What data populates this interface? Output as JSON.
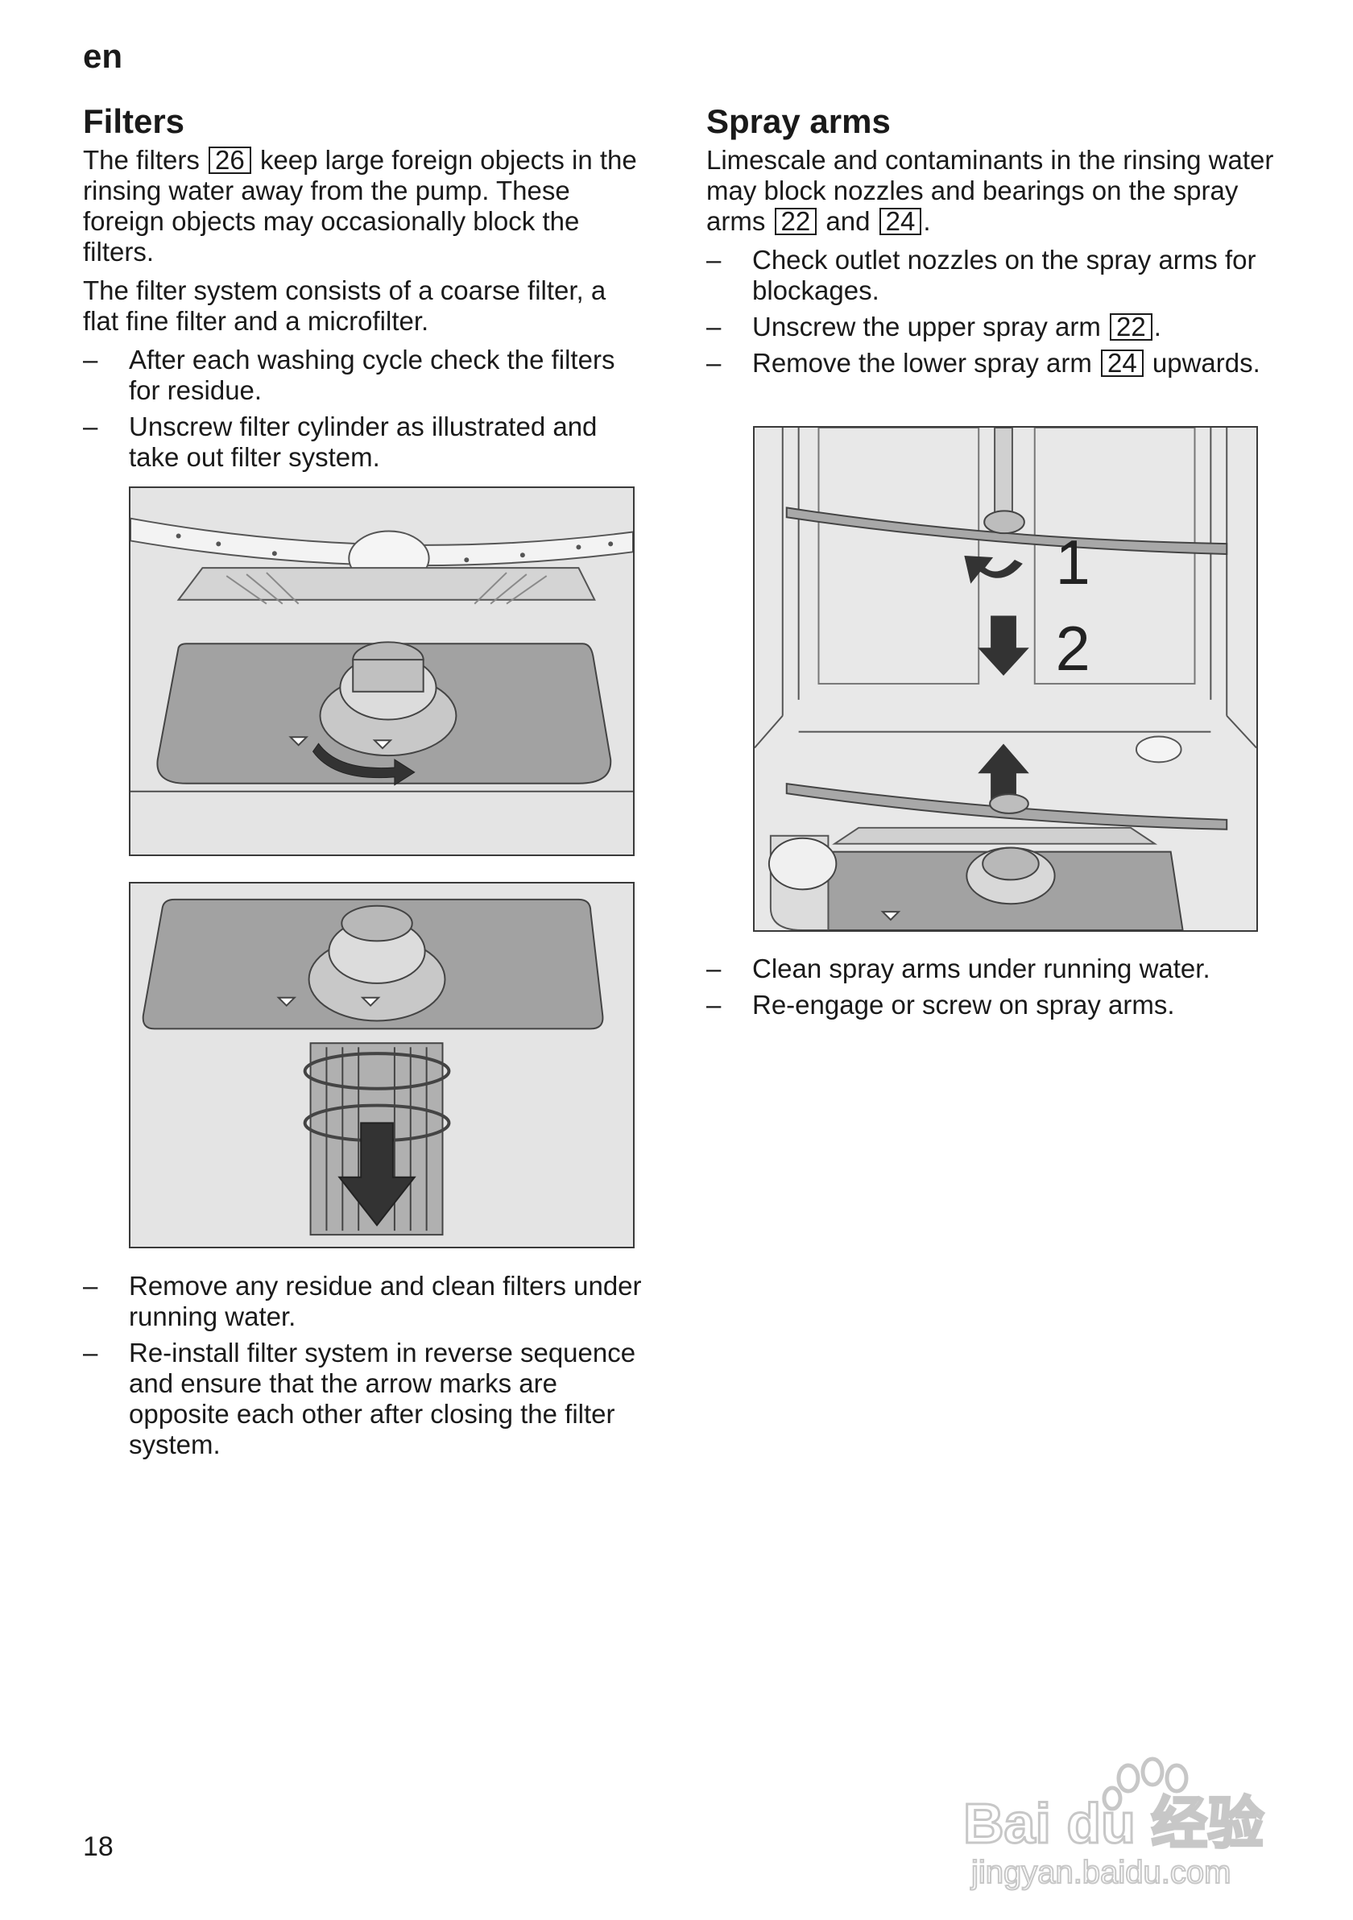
{
  "header": {
    "language": "en"
  },
  "filters": {
    "title": "Filters",
    "p1_before": "The filters",
    "p1_ref": "26",
    "p1_after": "keep large foreign objects in the rinsing water away from the pump. These foreign objects may occasionally block the filters.",
    "p2": "The filter system consists of a coarse filter, a flat fine filter and a microfilter.",
    "steps_before": [
      "After each washing cycle check the filters for residue.",
      "Unscrew filter cylinder as illustrated and take out filter system."
    ],
    "steps_after": [
      "Remove any residue and clean filters under running water.",
      "Re-install filter system in reverse sequence and ensure that the arrow marks are opposite each other after closing the filter system."
    ]
  },
  "spray_arms": {
    "title": "Spray arms",
    "p1_before": "Limescale and contaminants in the rinsing water may block nozzles and bearings on the spray arms",
    "p1_ref1": "22",
    "p1_and": "and",
    "p1_ref2": "24",
    "p1_end": ".",
    "steps_before": {
      "s1": "Check outlet nozzles on the spray arms for blockages.",
      "s2_text": "Unscrew the upper spray arm",
      "s2_ref": "22",
      "s2_end": ".",
      "s3_text": "Remove the lower spray arm",
      "s3_ref": "24",
      "s3_end": "upwards."
    },
    "figure_labels": [
      "1",
      "2"
    ],
    "steps_after": [
      "Clean spray arms under running water.",
      "Re-engage or screw on spray arms."
    ]
  },
  "list_marker": "–",
  "footer": {
    "page_number": "18"
  },
  "watermark": {
    "brand": "Bai du 经验",
    "url": "jingyan.baidu.com"
  }
}
